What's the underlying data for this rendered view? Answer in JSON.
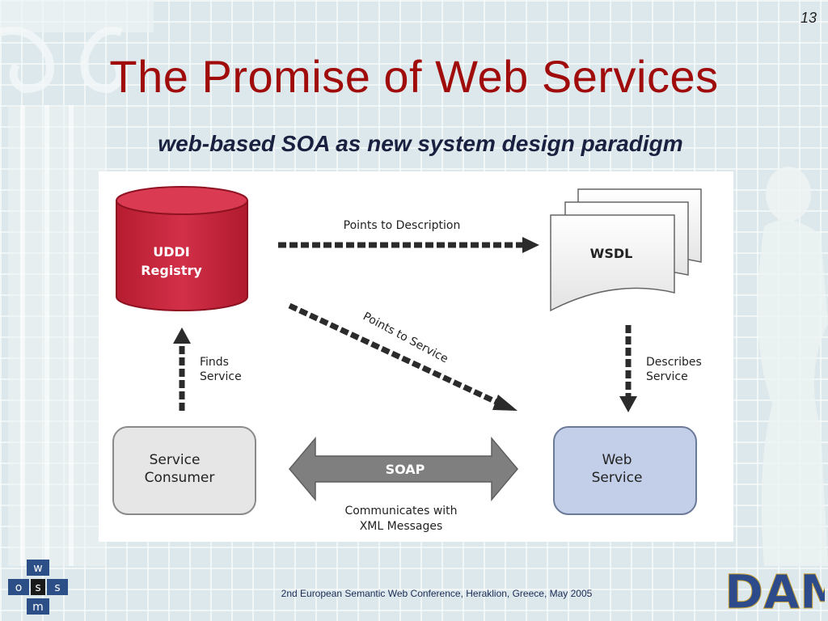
{
  "slide_number": "13",
  "title": "The Promise of Web Services",
  "subtitle": "web-based SOA as new system design paradigm",
  "diagram": {
    "uddi": {
      "line1": "UDDI",
      "line2": "Registry"
    },
    "wsdl": "WSDL",
    "consumer": {
      "line1": "Service",
      "line2": "Consumer"
    },
    "web_service": {
      "line1": "Web",
      "line2": "Service"
    },
    "soap": "SOAP",
    "arrow_points_to_description": "Points to Description",
    "arrow_points_to_service": "Points to Service",
    "arrow_finds": {
      "line1": "Finds",
      "line2": "Service"
    },
    "arrow_describes": {
      "line1": "Describes",
      "line2": "Service"
    },
    "arrow_communicates": {
      "line1": "Communicates with",
      "line2": "XML Messages"
    }
  },
  "footer": "2nd European Semantic Web Conference, Heraklion, Greece, May 2005",
  "logo_left": {
    "top": "w",
    "left": "o",
    "center": "s",
    "right": "s",
    "bottom": "m"
  },
  "logo_right": "DAML",
  "colors": {
    "title": "#a00c0c",
    "uddi_red": "#c8243a",
    "web_service_blue": "#c3cfe8",
    "consumer_gray": "#e6e6e6",
    "soap_gray": "#7f7f7f"
  }
}
